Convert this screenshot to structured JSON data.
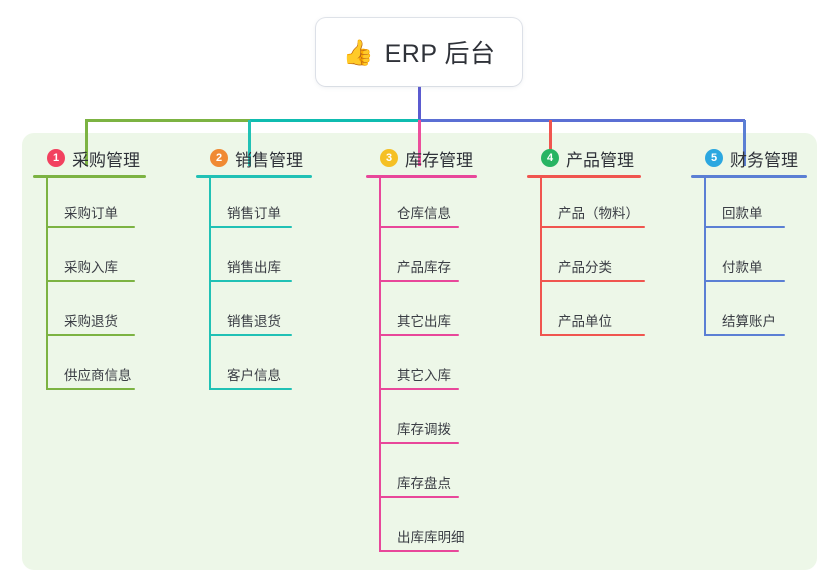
{
  "diagram": {
    "type": "mind-map",
    "background_color": "#ffffff",
    "panel_color": "#edf7e8",
    "root": {
      "icon": "thumbs-up-icon",
      "emoji": "👍",
      "title": "ERP 后台",
      "connector_color": "#5b5bd0"
    },
    "bus": {
      "segments": [
        {
          "color": "#7cb342"
        },
        {
          "color": "#0fbcb0"
        },
        {
          "color": "#5b6fd4"
        }
      ]
    },
    "branches": [
      {
        "index": "1",
        "label": "采购管理",
        "badge_color": "#f2415f",
        "line_color": "#7cb342",
        "drop_color": "#7cb342",
        "children": [
          "采购订单",
          "采购入库",
          "采购退货",
          "供应商信息"
        ]
      },
      {
        "index": "2",
        "label": "销售管理",
        "badge_color": "#f08a33",
        "line_color": "#21c1b5",
        "drop_color": "#21c1b5",
        "children": [
          "销售订单",
          "销售出库",
          "销售退货",
          "客户信息"
        ]
      },
      {
        "index": "3",
        "label": "库存管理",
        "badge_color": "#f5c024",
        "line_color": "#e8479a",
        "drop_color": "#ec4e9c",
        "children": [
          "仓库信息",
          "产品库存",
          "其它出库",
          "其它入库",
          "库存调拨",
          "库存盘点",
          "出库库明细"
        ]
      },
      {
        "index": "4",
        "label": "产品管理",
        "badge_color": "#28b463",
        "line_color": "#f0554f",
        "drop_color": "#f0554f",
        "children": [
          "产品（物料）",
          "产品分类",
          "产品单位"
        ]
      },
      {
        "index": "5",
        "label": "财务管理",
        "badge_color": "#2ba7e0",
        "line_color": "#5b7fd4",
        "drop_color": "#5b7fd4",
        "children": [
          "回款单",
          "付款单",
          "结算账户"
        ]
      }
    ]
  }
}
